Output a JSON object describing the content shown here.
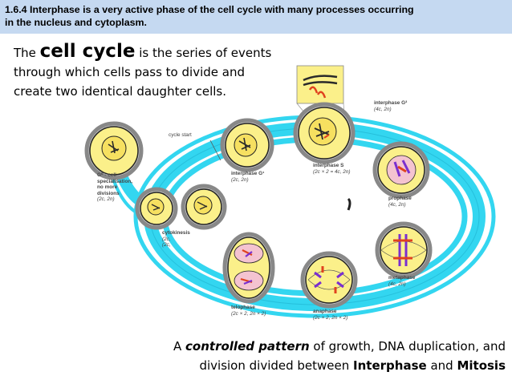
{
  "header": {
    "title_line1": "1.6.4 Interphase is a very active phase of the cell cycle with many processes occurring",
    "title_line2": "in the nucleus and cytoplasm."
  },
  "intro": {
    "pre": "The ",
    "term": "cell cycle",
    "rest1": " is the series of events",
    "line2": "through which cells pass to divide and",
    "line3": "create two identical daughter cells."
  },
  "diagram": {
    "cycle_start": "cycle start",
    "g0": {
      "l1": "G⁰ - cell",
      "l2": "specialisation,",
      "l3": "no more",
      "l4": "divisions",
      "f": "(2c, 2n)"
    },
    "g1": {
      "n": "interphase G¹",
      "f": "(2c, 2n)"
    },
    "s": {
      "n": "interphase S",
      "f": "(2c × 2 = 4c, 2n)"
    },
    "g2": {
      "n": "interphase G²",
      "f": "(4c, 2n)"
    },
    "prophase": {
      "n": "prophase",
      "f": "(4c, 2n)"
    },
    "metaphase": {
      "n": "metaphase",
      "f": "(4c, 2n)"
    },
    "anaphase": {
      "n": "anaphase",
      "f": "(2c × 2, 2n × 2)"
    },
    "telophase": {
      "n": "telophase",
      "f": "(2c × 2, 2n × 2)"
    },
    "cytokinesis": {
      "n": "cytokinesis",
      "f1": "(2c,",
      "f2": "(2c,"
    },
    "colors": {
      "ring": "#33d6f0",
      "ring_dark": "#1aa9c8",
      "cell": "#fbf08a",
      "cell_edge": "#222222",
      "chrom_dark": "#2a2a2a",
      "chrom_red": "#e0421e",
      "chrom_purple": "#7a2fd0",
      "pink": "#f4c3d0"
    }
  },
  "footer": {
    "pre": "A ",
    "em": "controlled pattern",
    "mid": " of growth, DNA duplication, and",
    "line2_pre": "division divided between ",
    "interphase": "Interphase",
    "and": " and ",
    "mitosis": "Mitosis"
  }
}
